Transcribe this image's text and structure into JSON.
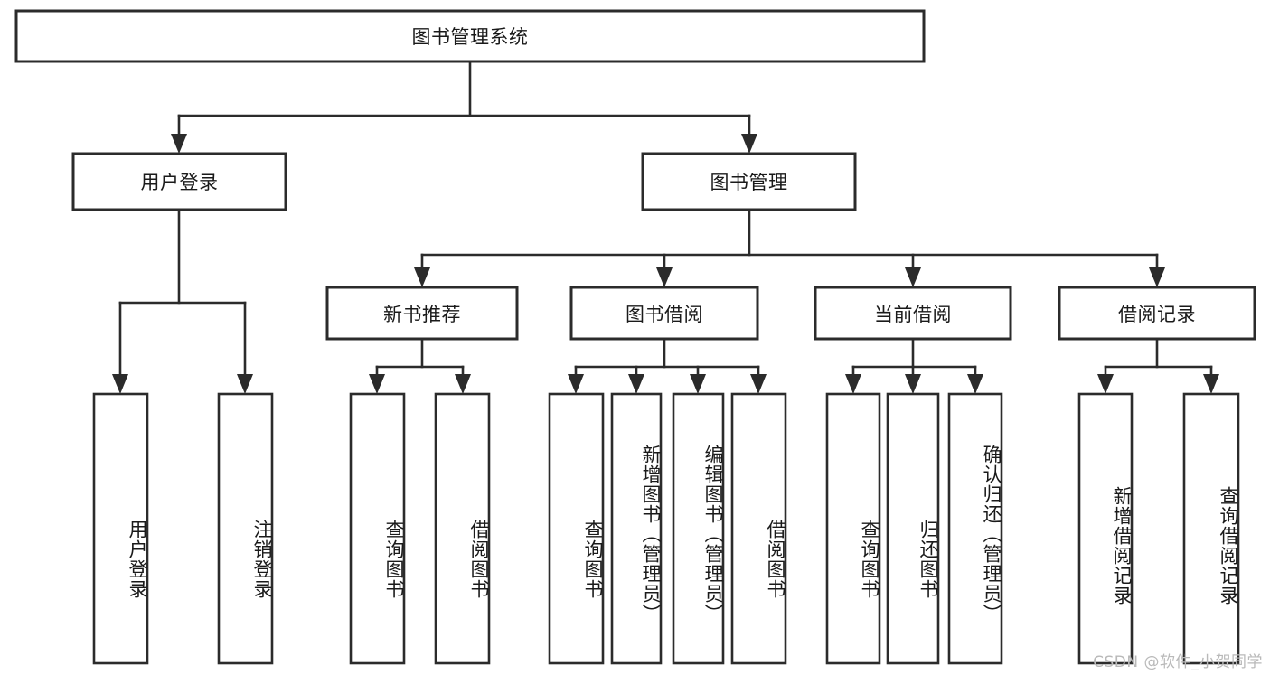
{
  "diagram": {
    "type": "tree-hierarchy",
    "title": "图书管理系统",
    "watermark": "CSDN @软件_小贺同学",
    "colors": {
      "stroke": "#2b2b2b",
      "box_fill": "#ffffff",
      "text": "#1a1a1a",
      "watermark": "#b9b9b9",
      "background": "#ffffff"
    },
    "levels": {
      "root": {
        "label": "图书管理系统"
      },
      "level2": [
        {
          "label": "用户登录"
        },
        {
          "label": "图书管理"
        }
      ],
      "level3": [
        {
          "label": "新书推荐"
        },
        {
          "label": "图书借阅"
        },
        {
          "label": "当前借阅"
        },
        {
          "label": "借阅记录"
        }
      ],
      "leaves": [
        {
          "label": "用户登录",
          "parent": "用户登录"
        },
        {
          "label": "注销登录",
          "parent": "用户登录"
        },
        {
          "label": "查询图书",
          "parent": "新书推荐"
        },
        {
          "label": "借阅图书",
          "parent": "新书推荐"
        },
        {
          "label": "查询图书",
          "parent": "图书借阅"
        },
        {
          "label": "新增图书（管理员）",
          "parent": "图书借阅"
        },
        {
          "label": "编辑图书（管理员）",
          "parent": "图书借阅"
        },
        {
          "label": "借阅图书",
          "parent": "图书借阅"
        },
        {
          "label": "查询图书",
          "parent": "当前借阅"
        },
        {
          "label": "归还图书",
          "parent": "当前借阅"
        },
        {
          "label": "确认归还（管理员）",
          "parent": "当前借阅"
        },
        {
          "label": "新增借阅记录",
          "parent": "借阅记录"
        },
        {
          "label": "查询借阅记录",
          "parent": "借阅记录"
        }
      ]
    }
  }
}
